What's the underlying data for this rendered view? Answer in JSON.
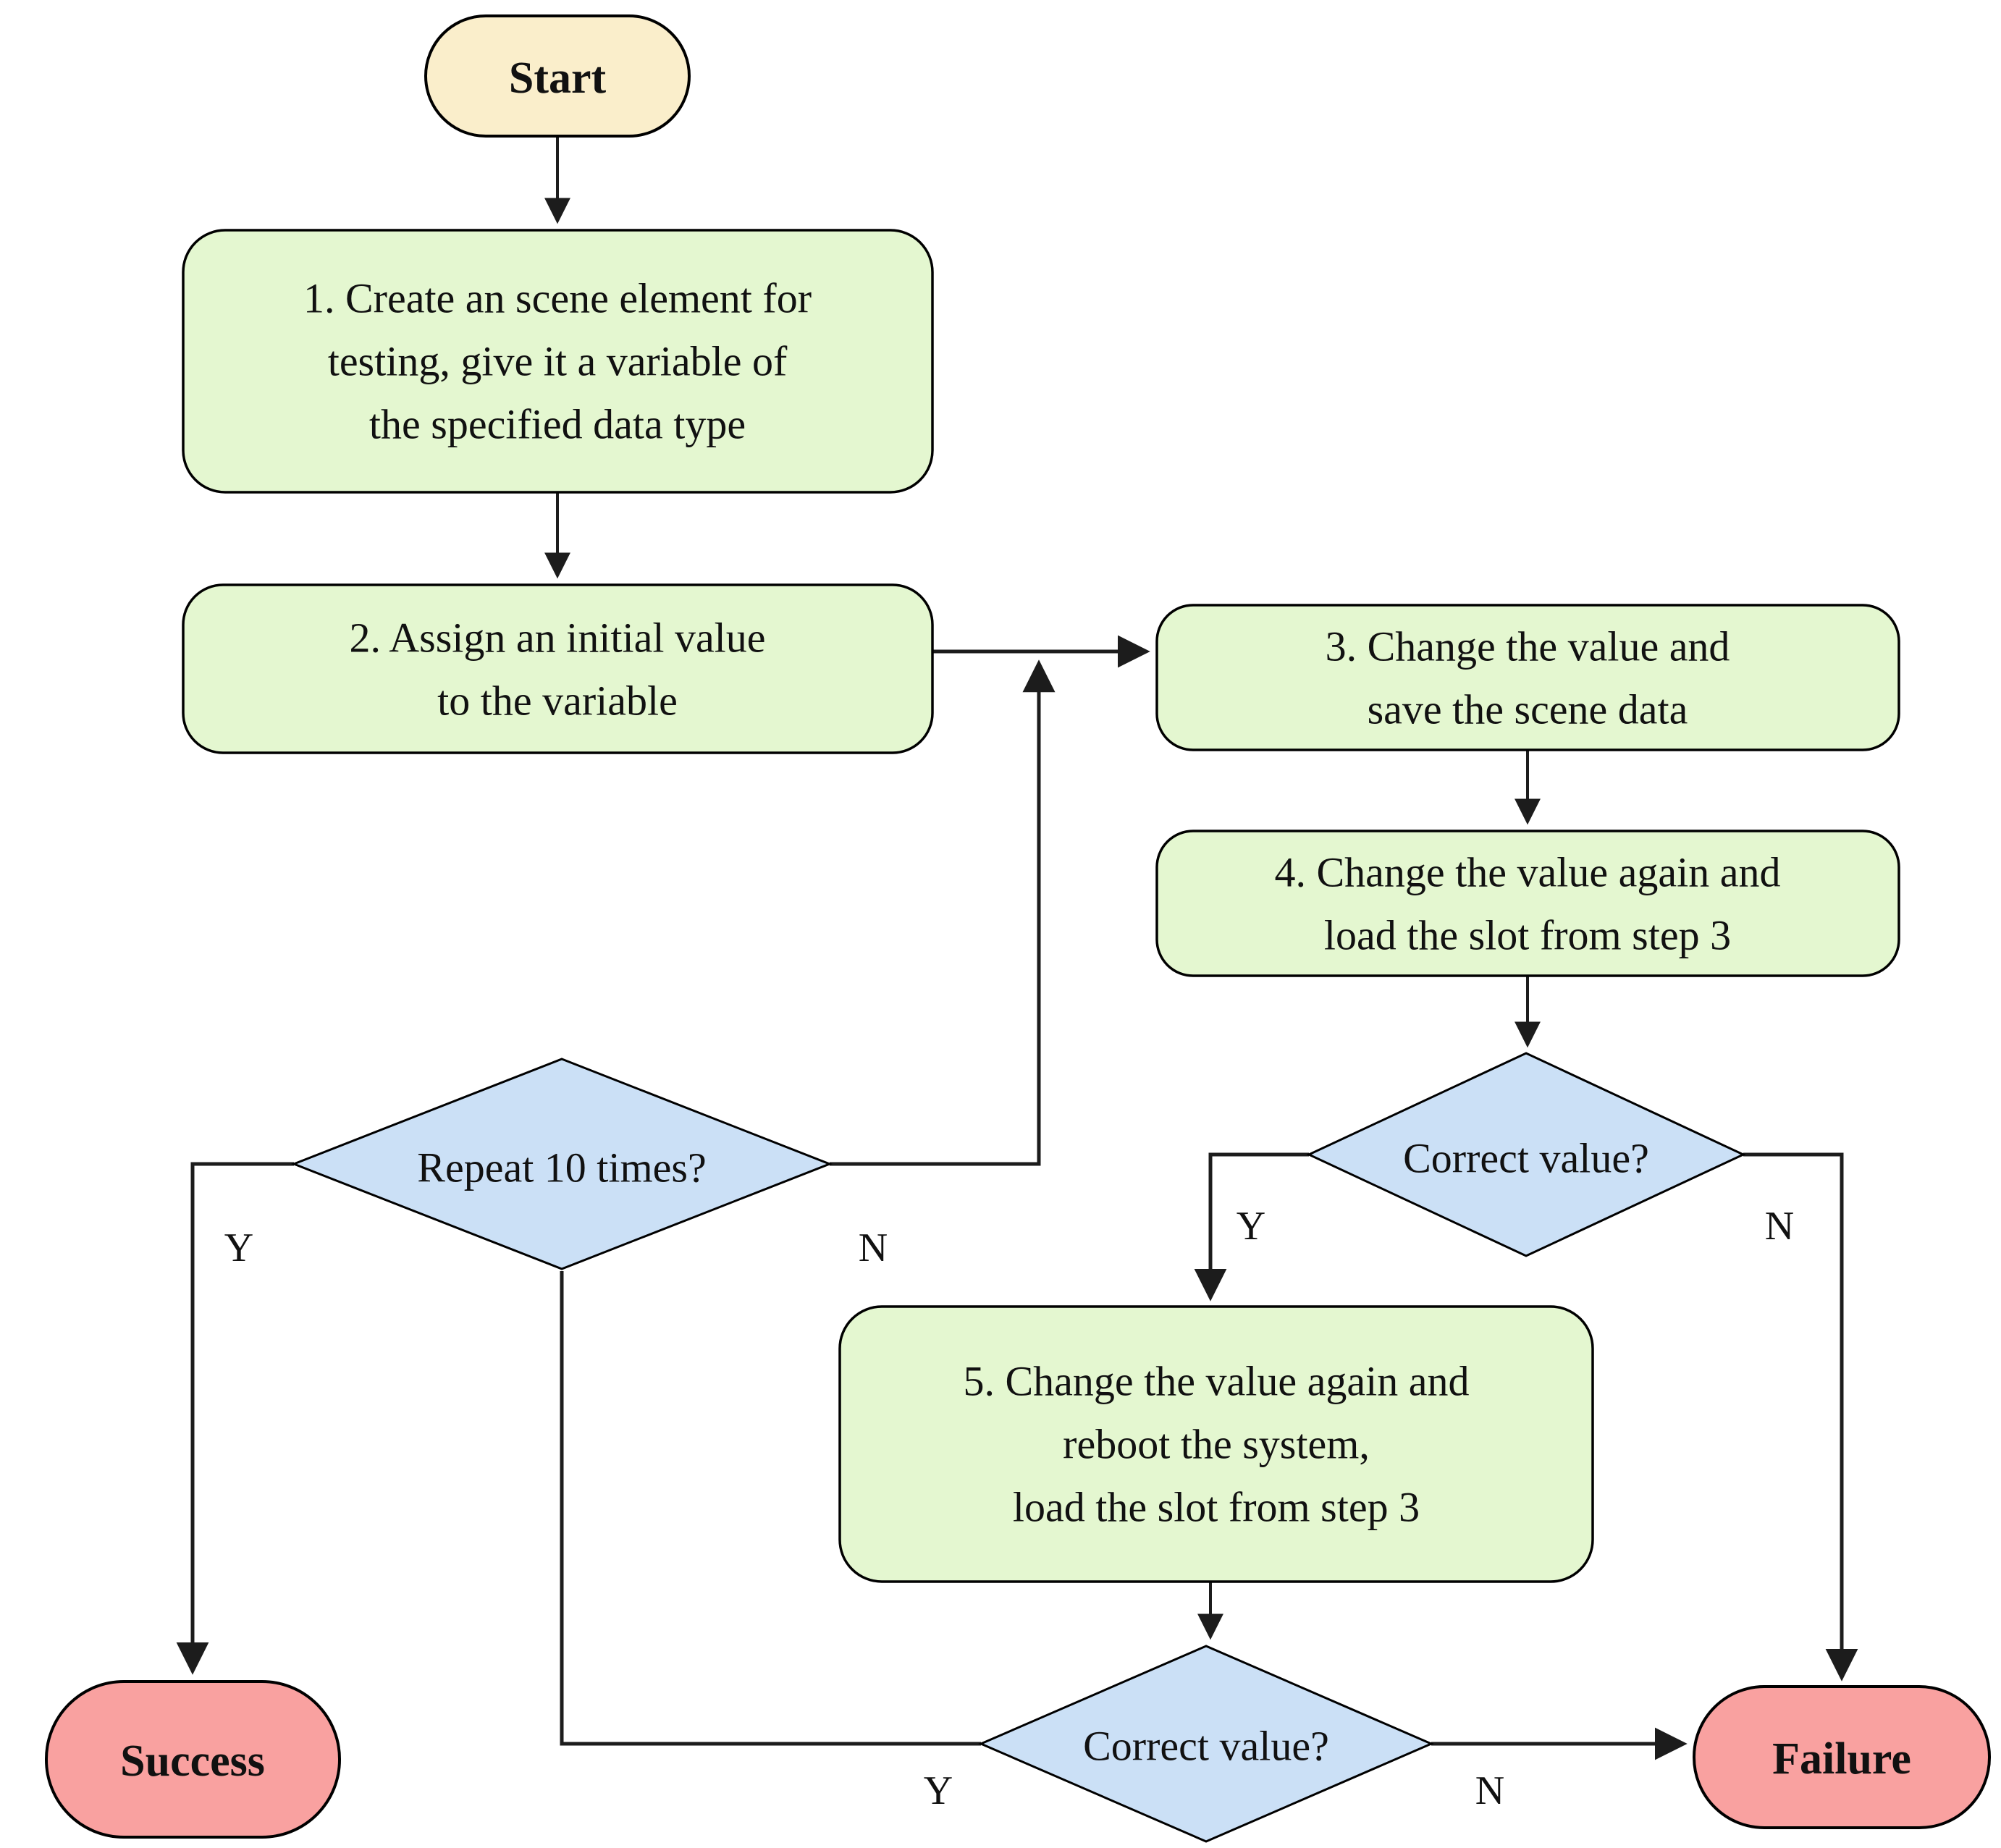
{
  "colors": {
    "terminator_fill": "#FAEECB",
    "process_fill": "#E4F7D0",
    "decision_fill": "#CBE0F6",
    "end_fill": "#F9A1A0",
    "stroke": "#000000",
    "line": "#1C1C1C",
    "text": "#111111",
    "background": "#FFFFFF"
  },
  "nodes": {
    "start": {
      "label": "Start"
    },
    "step1": {
      "lines": [
        "1. Create an scene element for",
        "testing,   give it a variable of",
        "the specified data type"
      ]
    },
    "step2": {
      "lines": [
        "2. Assign an initial value",
        "to the variable"
      ]
    },
    "step3": {
      "lines": [
        "3. Change the value and",
        "save the scene data"
      ]
    },
    "step4": {
      "lines": [
        "4. Change the value again and",
        "load the slot from step 3"
      ]
    },
    "decision_correct_1": {
      "label": "Correct value?",
      "yes": "Y",
      "no": "N"
    },
    "step5": {
      "lines": [
        "5. Change the value again and",
        "reboot the system,",
        "load the slot from step 3"
      ]
    },
    "decision_repeat": {
      "label": "Repeat 10 times?",
      "yes": "Y",
      "no": "N"
    },
    "decision_correct_2": {
      "label": "Correct value?",
      "yes": "Y",
      "no": "N"
    },
    "success": {
      "label": "Success"
    },
    "failure": {
      "label": "Failure"
    }
  }
}
